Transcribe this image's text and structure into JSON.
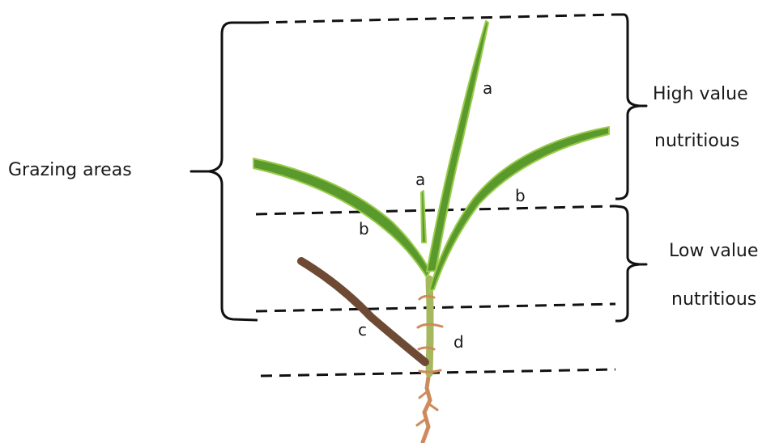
{
  "labels": {
    "grazing": "Grazing areas",
    "high_line1": "High value",
    "high_line2": "nutritious",
    "low_line1": "Low value",
    "low_line2": "nutritious",
    "a_top": "a",
    "a_mid": "a",
    "b_right": "b",
    "b_left": "b",
    "c": "c",
    "d": "d"
  },
  "colors": {
    "leaf": "#5a9a2c",
    "leaf_edge": "#9acb4a",
    "dead_leaf": "#6e4a34",
    "stem": "#9cb45a",
    "root": "#cf8a5c",
    "line": "#111111"
  }
}
